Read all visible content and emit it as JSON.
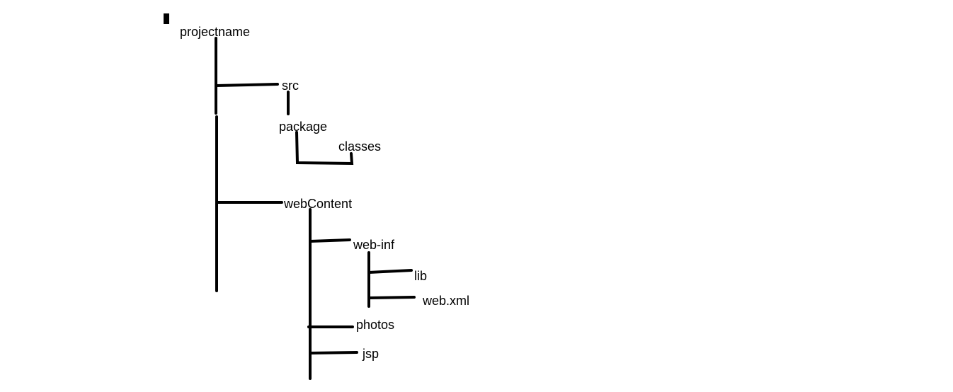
{
  "tree": {
    "root": "projectname",
    "nodes": {
      "src": "src",
      "package": "package",
      "classes": "classes",
      "webContent": "webContent",
      "web_inf": "web-inf",
      "lib": "lib",
      "web_xml": "web.xml",
      "photos": "photos",
      "jsp": "jsp"
    }
  },
  "colors": {
    "line": "#000000",
    "text": "#000000",
    "background": "#ffffff"
  }
}
